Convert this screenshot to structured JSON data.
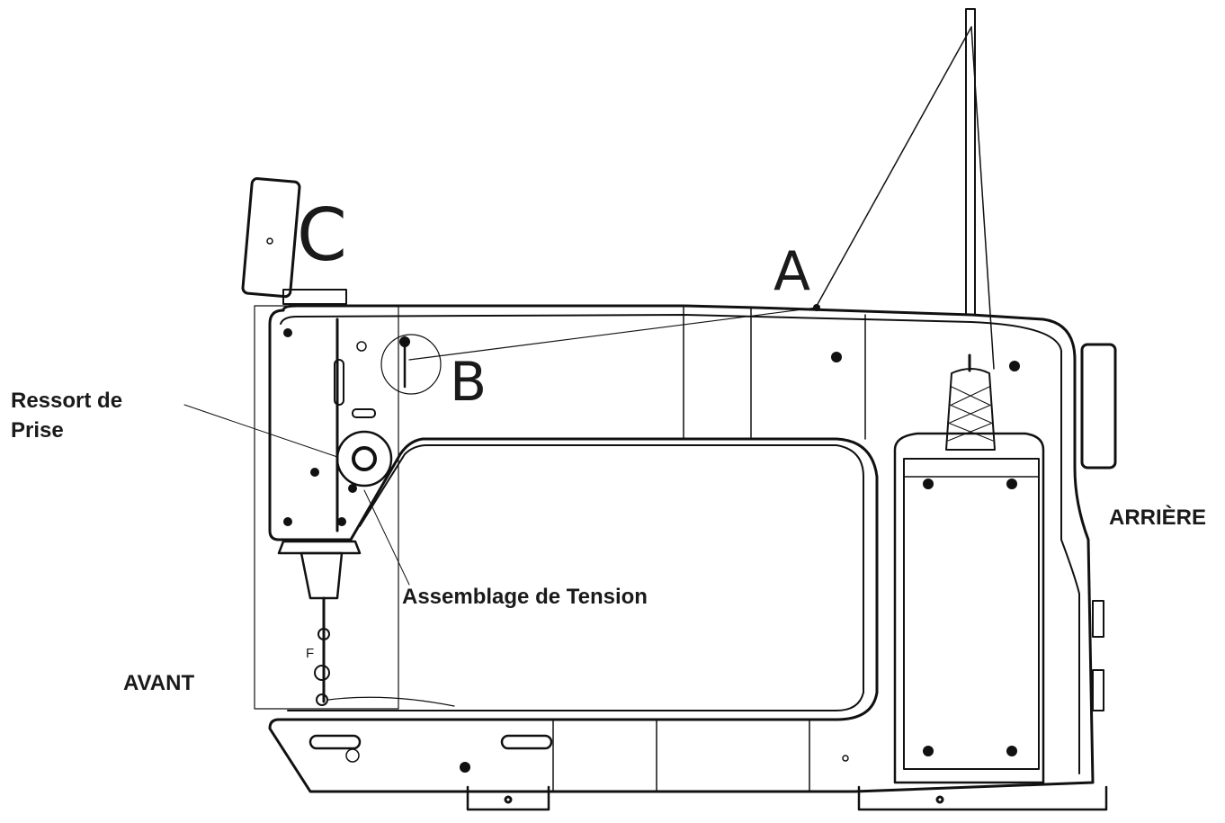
{
  "labels": {
    "a": "A",
    "b": "B",
    "c": "C",
    "ressort_line1": "Ressort de",
    "ressort_line2": "Prise",
    "tension": "Assemblage de Tension",
    "avant": "AVANT",
    "arriere": "ARRIÈRE",
    "f": "F"
  }
}
